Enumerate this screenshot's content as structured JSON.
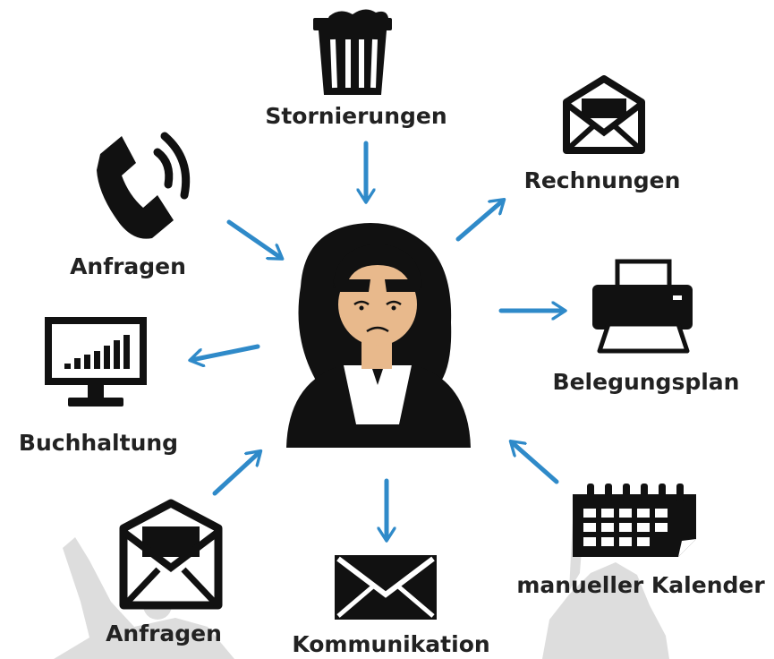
{
  "colors": {
    "ink": "#111111",
    "arrow": "#2f8ac9",
    "skin": "#e8b98c",
    "silhouette": "#cfcfcf"
  },
  "nodes": [
    {
      "id": "stornierungen",
      "label": "Stornierungen",
      "icon": "trash-bin-icon",
      "direction": "inbound"
    },
    {
      "id": "rechnungen",
      "label": "Rechnungen",
      "icon": "open-envelope-icon",
      "direction": "outbound"
    },
    {
      "id": "anfragen-phone",
      "label": "Anfragen",
      "icon": "phone-ringing-icon",
      "direction": "inbound"
    },
    {
      "id": "belegungsplan",
      "label": "Belegungsplan",
      "icon": "printer-icon",
      "direction": "outbound"
    },
    {
      "id": "buchhaltung",
      "label": "Buchhaltung",
      "icon": "monitor-chart-icon",
      "direction": "outbound"
    },
    {
      "id": "manueller-kalender",
      "label": "manueller Kalender",
      "icon": "calendar-icon",
      "direction": "inbound"
    },
    {
      "id": "anfragen-mail",
      "label": "Anfragen",
      "icon": "open-envelope-icon",
      "direction": "inbound"
    },
    {
      "id": "kommunikation",
      "label": "Kommunikation",
      "icon": "closed-envelope-icon",
      "direction": "outbound"
    }
  ],
  "center": {
    "icon": "stressed-woman-icon"
  }
}
